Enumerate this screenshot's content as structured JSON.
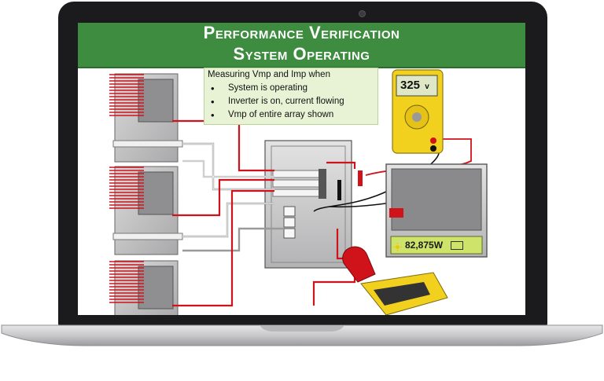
{
  "slide": {
    "title_line1": "Performance Verification",
    "title_line2": "System Operating",
    "note_title": "Measuring Vmp and Imp when",
    "bullets": [
      "System is operating",
      "Inverter is on, current flowing",
      "Vmp of entire array shown"
    ]
  },
  "multimeter": {
    "reading": "325",
    "unit_indicator": "v"
  },
  "inverter": {
    "power_reading": "82,875W"
  },
  "colors": {
    "banner": "#3d8c3f",
    "note_background": "#e8f3d5",
    "wire_red": "#d0121b",
    "meter_yellow": "#f2d01e",
    "display_green": "#cde36a",
    "laptop_frame": "#1b1b1d"
  },
  "icons": [
    "sun-icon",
    "battery-icon"
  ]
}
